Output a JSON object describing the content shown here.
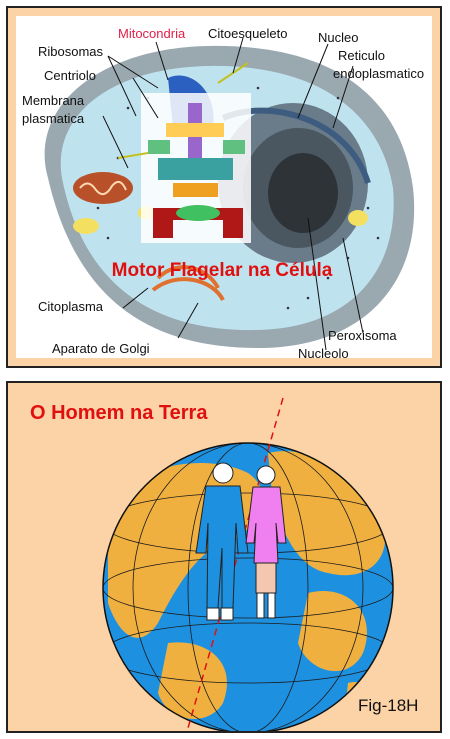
{
  "cell": {
    "title": "Motor Flagelar na Célula",
    "labels": {
      "mitocondria": "Mitocondria",
      "citoesqueleto": "Citoesqueleto",
      "nucleo": "Nucleo",
      "reticulo": "Reticulo",
      "endoplasmatico": "endoplasmatico",
      "ribosomas": "Ribosomas",
      "centriolo": "Centriolo",
      "membrana": "Membrana",
      "plasmatica": "plasmatica",
      "citoplasma": "Citoplasma",
      "aparato_golgi": "Aparato de Golgi",
      "peroxisoma": "Peroxisoma",
      "nucleolo": "Nucleolo"
    },
    "colors": {
      "label_red": "#e2204a",
      "title_red": "#e01010",
      "cytoplasm": "#bfe3ee",
      "membrane": "#8aa6b4"
    }
  },
  "earth": {
    "title": "O Homem na Terra",
    "figure_label": "Fig-18H",
    "colors": {
      "ocean": "#1e90e0",
      "land": "#f0b040",
      "man": "#1e90e0",
      "woman": "#f080f0"
    }
  }
}
